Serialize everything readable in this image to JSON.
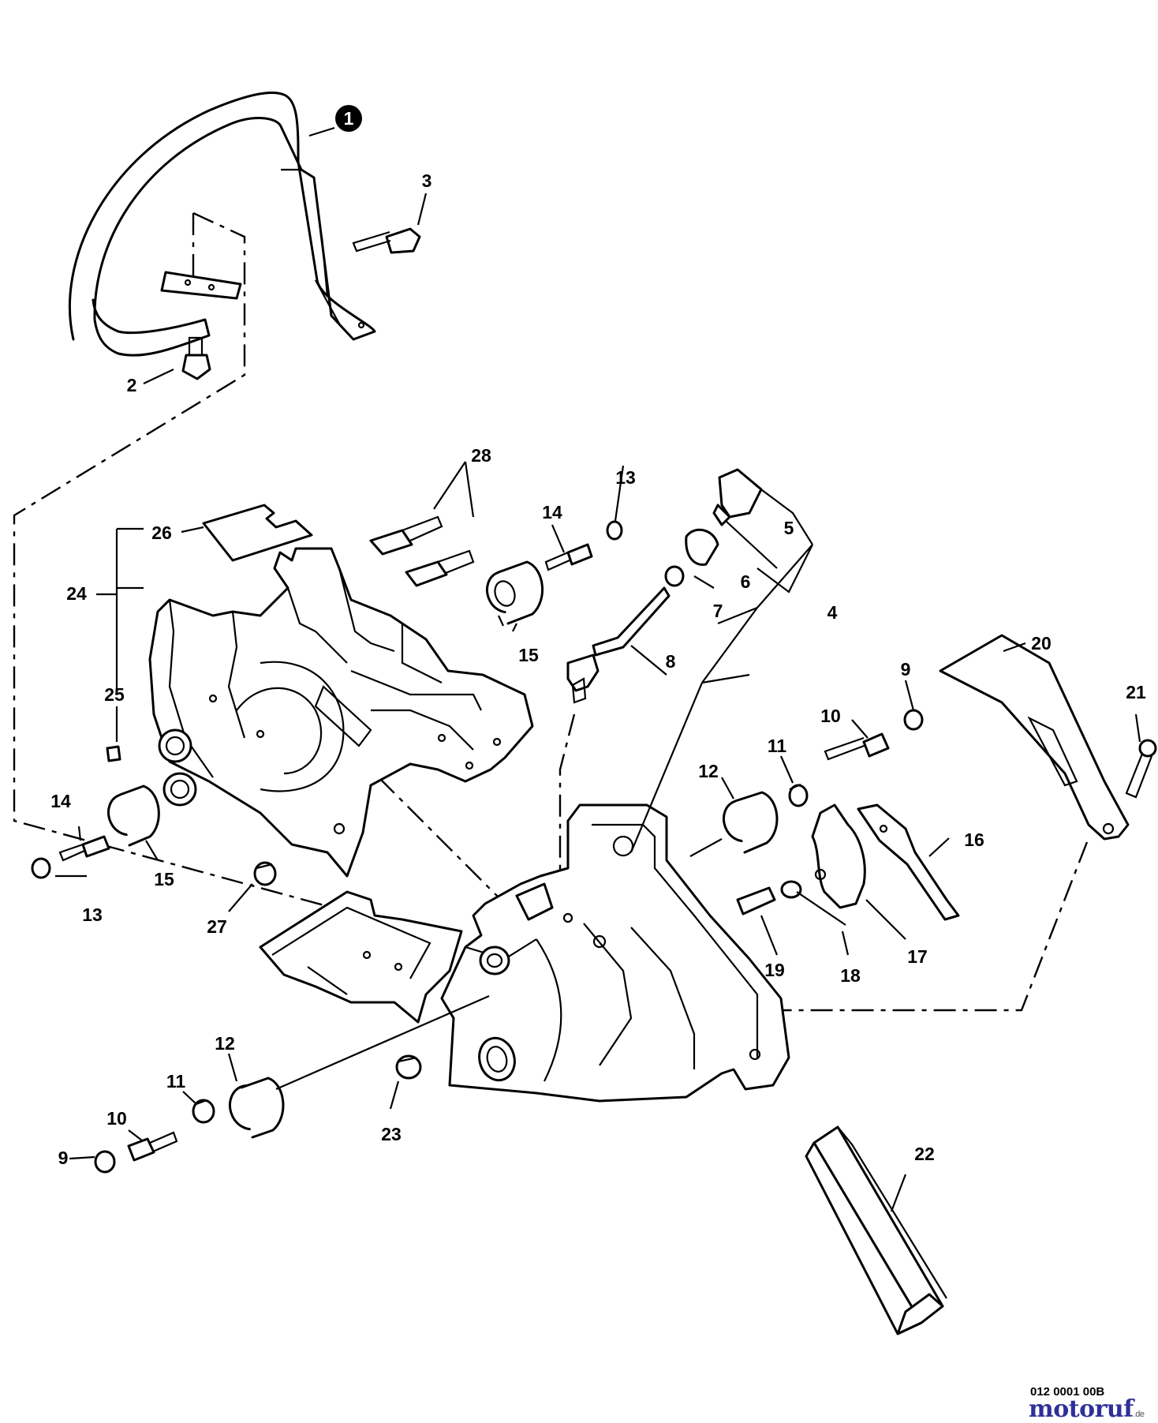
{
  "callouts": [
    "1",
    "2",
    "3",
    "4",
    "5",
    "6",
    "7",
    "8",
    "9",
    "10",
    "11",
    "12",
    "13",
    "14",
    "15",
    "16",
    "17",
    "18",
    "19",
    "20",
    "21",
    "22",
    "23",
    "24",
    "25",
    "26",
    "27",
    "28",
    "13",
    "14",
    "15",
    "12",
    "11",
    "10",
    "9"
  ],
  "drawing_code": "012 0001 00B",
  "watermark": {
    "name": "motoruf",
    "tld": ".de",
    "color": "#2f2f9a"
  }
}
